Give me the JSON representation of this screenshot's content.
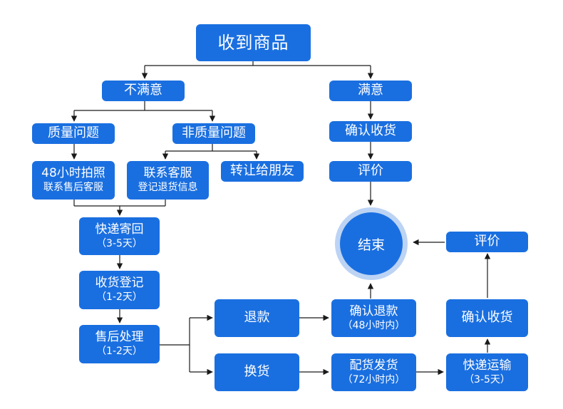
{
  "nodes": {
    "received": {
      "line1": "收到商品"
    },
    "unsatisfied": {
      "line1": "不满意"
    },
    "satisfied": {
      "line1": "满意"
    },
    "quality_issue": {
      "line1": "质量问题"
    },
    "non_quality_issue": {
      "line1": "非质量问题"
    },
    "photo_48h": {
      "line1": "48小时拍照",
      "line2": "联系售后客服"
    },
    "contact_cs": {
      "line1": "联系客服",
      "line2": "登记退货信息"
    },
    "transfer_friend": {
      "line1": "转让给朋友"
    },
    "confirm_receipt_top": {
      "line1": "确认收货"
    },
    "review_top": {
      "line1": "评价"
    },
    "express_return": {
      "line1": "快递寄回",
      "line2": "（3-5天）"
    },
    "receipt_register": {
      "line1": "收货登记",
      "line2": "（1-2天）"
    },
    "aftersale_process": {
      "line1": "售后处理",
      "line2": "（1-2天）"
    },
    "refund": {
      "line1": "退款"
    },
    "exchange": {
      "line1": "换货"
    },
    "confirm_refund": {
      "line1": "确认退款",
      "line2": "（48小时内）"
    },
    "ship_goods": {
      "line1": "配货发货",
      "line2": "（72小时内）"
    },
    "express_transport": {
      "line1": "快递运输",
      "line2": "（3-5天）"
    },
    "confirm_receipt_right": {
      "line1": "确认收货"
    },
    "review_right": {
      "line1": "评价"
    },
    "end": {
      "line1": "结束"
    }
  },
  "colors": {
    "node": "#1a6fe0",
    "ring": "#bcd3f4",
    "line": "#1a1a1a",
    "text": "#ffffff"
  }
}
